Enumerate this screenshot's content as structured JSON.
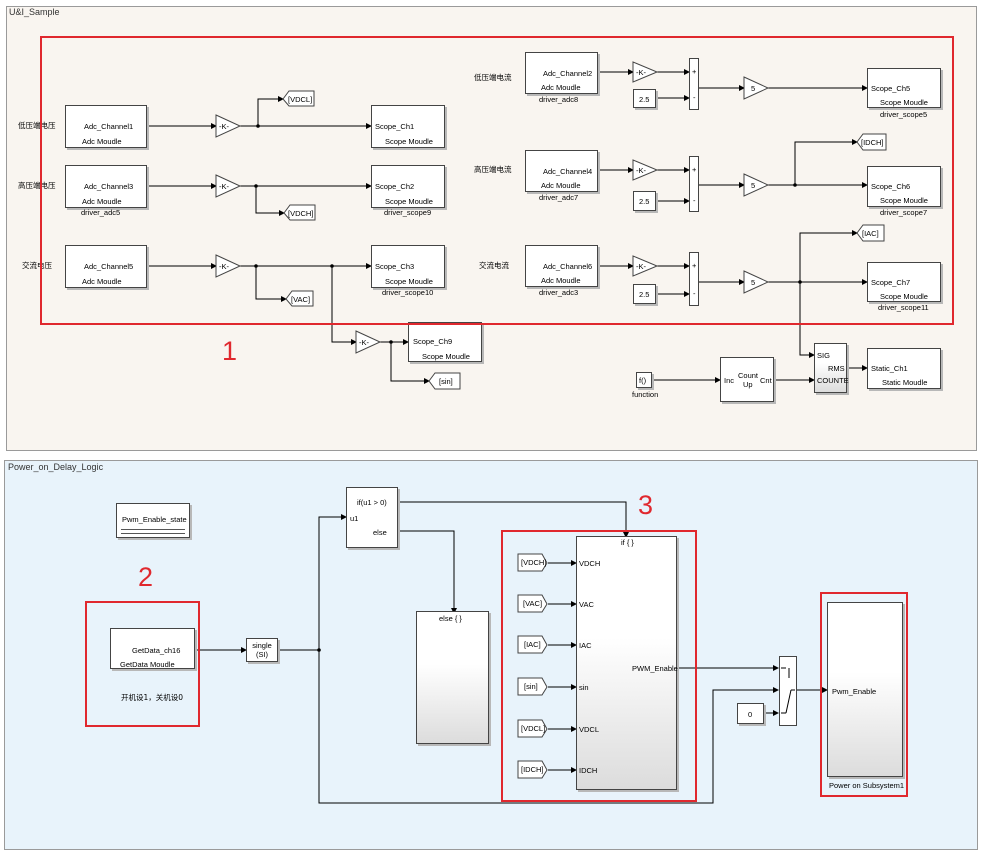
{
  "subsystems": {
    "ui_sample": {
      "title": "U&I_Sample",
      "left_labels": [
        "低压端电压",
        "高压端电压",
        "交流电压"
      ],
      "right_labels": [
        "低压端电流",
        "高压端电流",
        "交流电流"
      ],
      "adc": [
        {
          "name": "Adc_Channel1",
          "type": "Adc Moudle",
          "caption": ""
        },
        {
          "name": "Adc_Channel3",
          "type": "Adc Moudle",
          "caption": "driver_adc5"
        },
        {
          "name": "Adc_Channel5",
          "type": "Adc Moudle",
          "caption": ""
        },
        {
          "name": "Adc_Channel2",
          "type": "Adc Moudle",
          "caption": "driver_adc8"
        },
        {
          "name": "Adc_Channel4",
          "type": "Adc Moudle",
          "caption": "driver_adc7"
        },
        {
          "name": "Adc_Channel6",
          "type": "Adc Moudle",
          "caption": "driver_adc3"
        }
      ],
      "scopes": [
        {
          "name": "Scope_Ch1",
          "type": "Scope Moudle",
          "caption": ""
        },
        {
          "name": "Scope_Ch2",
          "type": "Scope Moudle",
          "caption": "driver_scope9"
        },
        {
          "name": "Scope_Ch3",
          "type": "Scope Moudle",
          "caption": "driver_scope10"
        },
        {
          "name": "Scope_Ch5",
          "type": "Scope Moudle",
          "caption": "driver_scope5"
        },
        {
          "name": "Scope_Ch6",
          "type": "Scope Moudle",
          "caption": "driver_scope7"
        },
        {
          "name": "Scope_Ch7",
          "type": "Scope Moudle",
          "caption": "driver_scope11"
        },
        {
          "name": "Scope_Ch9",
          "type": "Scope Moudle",
          "caption": ""
        }
      ],
      "gain_label": "-K-",
      "gain_five": "5",
      "constant": "2.5",
      "sum_signs": [
        "+",
        "-"
      ],
      "tags": [
        "[VDCL]",
        "[VDCH]",
        "[VAC]",
        "[IDCH]",
        "[IAC]",
        "[sin]"
      ],
      "fcn_label": "f()",
      "fcn_caption": "function",
      "counter": {
        "inc": "Inc",
        "line1": "Count",
        "line2": "Up",
        "cnt": "Cnt"
      },
      "rms": {
        "sig": "SIG",
        "rms": "RMS",
        "counter": "COUNTE"
      },
      "static": {
        "name": "Static_Ch1",
        "type": "Static Moudle"
      }
    },
    "power_on": {
      "title": "Power_on_Delay_Logic",
      "pwm_state_label": "Pwm_Enable_state",
      "getdata": {
        "name": "GetData_ch16",
        "type": "GetData Moudle",
        "note": "开机设1，关机设0"
      },
      "convert": {
        "line1": "single",
        "line2": "(SI)"
      },
      "if_block": {
        "cond": "if(u1 > 0)",
        "input": "u1",
        "else": "else"
      },
      "else_label": "else { }",
      "if_action_label": "if { }",
      "if_inputs": [
        "[VDCH]",
        "[VAC]",
        "[IAC]",
        "[sin]",
        "[VDCL]",
        "[IDCH]"
      ],
      "if_ports": [
        "VDCH",
        "VAC",
        "IAC",
        "sin",
        "VDCL",
        "IDCH"
      ],
      "if_output": "PWM_Enable",
      "zero_const": "0",
      "power_sub": {
        "port": "Pwm_Enable",
        "name": "Power on Subsystem1"
      }
    }
  },
  "annotations": [
    "1",
    "2",
    "3"
  ],
  "colors": {
    "ui_bg": "#f9f5f0",
    "power_bg": "#e8f3fb",
    "highlight": "#e0282e"
  }
}
